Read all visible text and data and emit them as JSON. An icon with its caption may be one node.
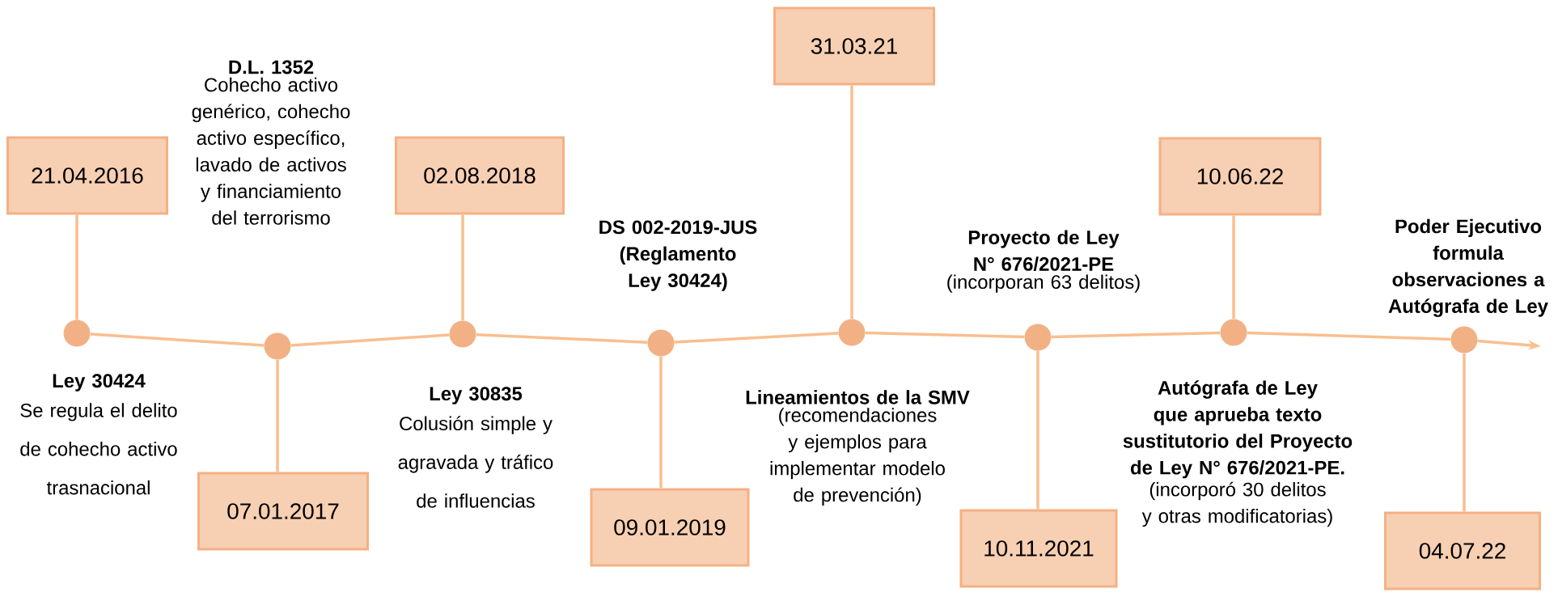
{
  "diagram": {
    "nodes": [
      {
        "text": [
          "21.04.2016"
        ]
      },
      {
        "text": [],
        "shape": "circle",
        "beside": [
          "Ley 30424",
          "Se regula el delito de cohecho activo trasnacional"
        ]
      },
      {
        "text": [
          "07.01.2017"
        ]
      },
      {
        "text": [],
        "shape": "circle",
        "beside": [
          "D.L. 1352",
          "Cohecho activo genérico, cohecho activo específico, lavado de activos y financiamiento del terrorismo"
        ]
      },
      {
        "text": [
          "02.08.2018"
        ]
      },
      {
        "text": [],
        "shape": "circle",
        "beside": [
          "Ley 30835",
          "Colusión simple y agravada y tráfico de influencias"
        ]
      },
      {
        "text": [
          "09.01.2019"
        ]
      },
      {
        "text": [],
        "shape": "circle",
        "beside": [
          "DS 002-2019-JUS (Reglamento Ley 30424)"
        ]
      },
      {
        "text": [
          "31.03.21"
        ]
      },
      {
        "text": [],
        "shape": "circle",
        "beside": [
          "Lineamientos de la SMV",
          "(recomendaciones y ejemplos para implementar modelo de prevención)"
        ]
      },
      {
        "text": [
          "10.11.2021"
        ]
      },
      {
        "text": [],
        "shape": "circle",
        "beside": [
          "Proyecto de Ley N° 676/2021-PE",
          "(incorporan 63 delitos)"
        ]
      },
      {
        "text": [
          "10.06.22"
        ]
      },
      {
        "text": [],
        "shape": "circle",
        "beside": [
          "Autógrafa de Ley que aprueba texto sustitutorio del Proyecto de Ley N° 676/2021-PE.",
          "(incorporó 30 delitos y otras modificatorias)"
        ]
      },
      {
        "text": [
          "04.07.22"
        ]
      },
      {
        "text": [],
        "shape": "circle",
        "beside": [
          "Poder Ejecutivo formula observaciones a Autógrafa de Ley"
        ]
      }
    ],
    "edges": [
      {
        "from": 0,
        "to": 1,
        "arrow": "none"
      },
      {
        "from": 2,
        "to": 3,
        "arrow": "none"
      },
      {
        "from": 4,
        "to": 5,
        "arrow": "none"
      },
      {
        "from": 6,
        "to": 7,
        "arrow": "none"
      },
      {
        "from": 8,
        "to": 9,
        "arrow": "none"
      },
      {
        "from": 10,
        "to": 11,
        "arrow": "none"
      },
      {
        "from": 12,
        "to": 13,
        "arrow": "none"
      },
      {
        "from": 14,
        "to": 15,
        "arrow": "none"
      },
      {
        "from": 1,
        "to": 3,
        "arrow": "none"
      },
      {
        "from": 3,
        "to": 5,
        "arrow": "none"
      },
      {
        "from": 5,
        "to": 7,
        "arrow": "none"
      },
      {
        "from": 7,
        "to": 9,
        "arrow": "none"
      },
      {
        "from": 9,
        "to": 11,
        "arrow": "none"
      },
      {
        "from": 11,
        "to": 13,
        "arrow": "none"
      },
      {
        "from": 13,
        "to": 15,
        "arrow": "none"
      },
      {
        "from": 15,
        "to": null,
        "arrow": "to"
      }
    ]
  }
}
